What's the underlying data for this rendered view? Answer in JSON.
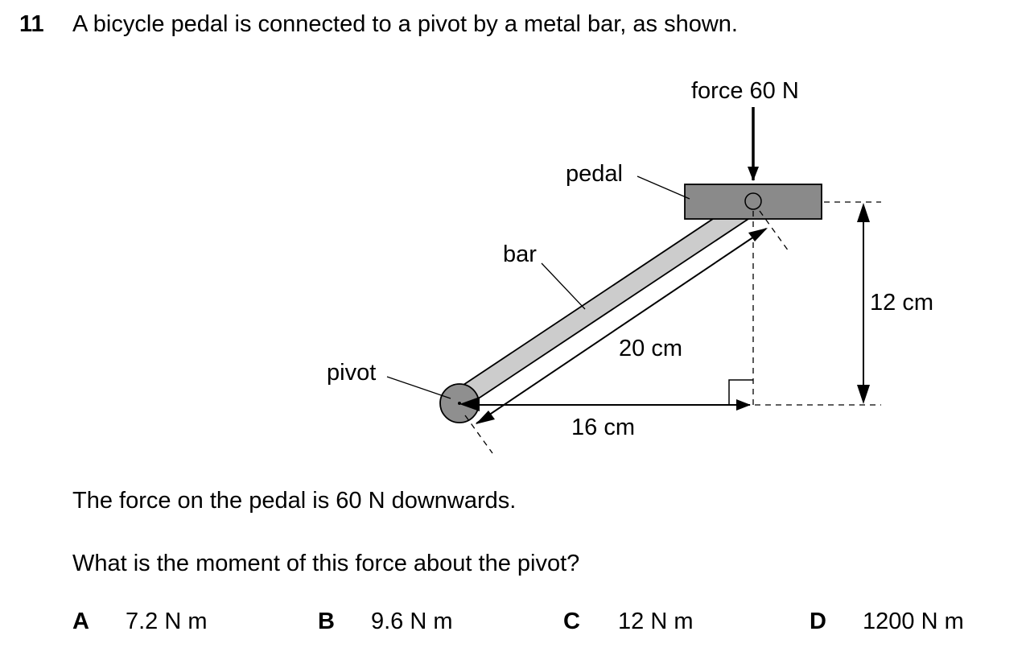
{
  "question": {
    "number": "11",
    "stem": "A bicycle pedal is connected to a pivot by a metal bar, as shown.",
    "statement": "The force on the pedal is 60 N downwards.",
    "prompt": "What is the moment of this force about the pivot?"
  },
  "diagram": {
    "labels": {
      "force": "force 60 N",
      "pedal": "pedal",
      "bar": "bar",
      "pivot": "pivot",
      "bar_length": "20 cm",
      "horizontal": "16 cm",
      "vertical": "12 cm"
    },
    "colors": {
      "pedal_fill": "#8a8a8a",
      "bar_fill": "#cccccc",
      "pivot_fill": "#8f8f8f",
      "line": "#000000"
    }
  },
  "options": [
    {
      "letter": "A",
      "value": "7.2 N m"
    },
    {
      "letter": "B",
      "value": "9.6 N m"
    },
    {
      "letter": "C",
      "value": "12 N m"
    },
    {
      "letter": "D",
      "value": "1200 N m"
    }
  ]
}
